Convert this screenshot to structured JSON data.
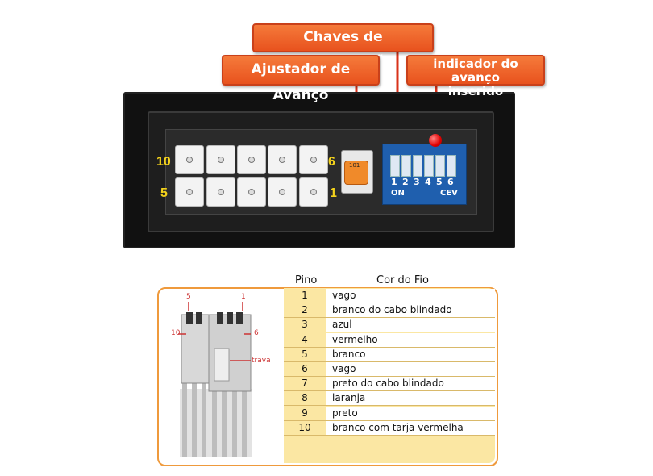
{
  "callouts": {
    "chaves": "Chaves de programação",
    "ajustador": "Ajustador de Avanço",
    "indicador_line1": "indicador do avanço",
    "indicador_line2": "inserido"
  },
  "connector": {
    "labels": {
      "top_left": "10",
      "top_right": "6",
      "bottom_left": "5",
      "bottom_right": "1"
    }
  },
  "potentiometer": {
    "text": "101"
  },
  "dip_switch": {
    "numbers": [
      "1",
      "2",
      "3",
      "4",
      "5",
      "6"
    ],
    "on_label": "ON",
    "cev_label": "CEV"
  },
  "photo_labels": {
    "p5": "5",
    "p1": "1",
    "p10": "10",
    "p6": "6",
    "trava": "trava"
  },
  "table": {
    "header_pin": "Pino",
    "header_color": "Cor do Fio",
    "rows": [
      {
        "pin": "1",
        "color": "vago"
      },
      {
        "pin": "2",
        "color": "branco do cabo blindado"
      },
      {
        "pin": "3",
        "color": "azul"
      },
      {
        "pin": "4",
        "color": "vermelho"
      },
      {
        "pin": "5",
        "color": "branco"
      },
      {
        "pin": "6",
        "color": "vago"
      },
      {
        "pin": "7",
        "color": "preto do cabo blindado"
      },
      {
        "pin": "8",
        "color": "laranja"
      },
      {
        "pin": "9",
        "color": "preto"
      },
      {
        "pin": "10",
        "color": "branco com tarja vermelha"
      }
    ]
  },
  "colors": {
    "callout": "#e8521e",
    "accent_border": "#ef9a3c",
    "pin_label": "#f3d21c",
    "dip_blue": "#1f5fae",
    "led": "#e00000"
  }
}
